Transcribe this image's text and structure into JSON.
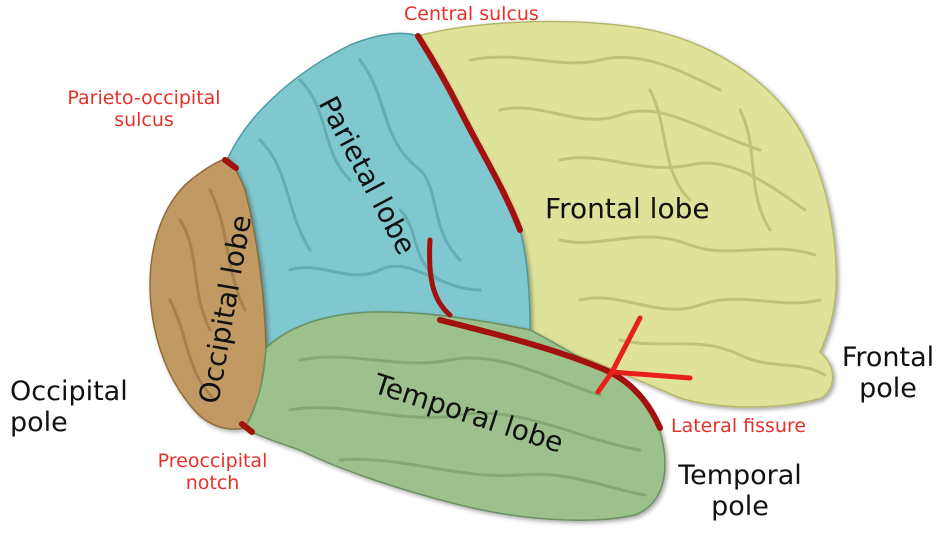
{
  "labels": {
    "lobes": {
      "frontal": "Frontal lobe",
      "parietal": "Parietal lobe",
      "occipital": "Occipital lobe",
      "temporal": "Temporal lobe"
    },
    "sulci": {
      "central": "Central sulcus",
      "parieto_occipital_1": "Parieto-occipital",
      "parieto_occipital_2": "sulcus",
      "preoccipital_1": "Preoccipital",
      "preoccipital_2": "notch",
      "lateral": "Lateral fissure"
    },
    "poles": {
      "frontal_1": "Frontal",
      "frontal_2": "pole",
      "occipital_1": "Occipital",
      "occipital_2": "pole",
      "temporal_1": "Temporal",
      "temporal_2": "pole"
    }
  },
  "colors": {
    "frontal": "#dfe39a",
    "parietal": "#7fc8cf",
    "occipital": "#c19a63",
    "temporal": "#9cc18d",
    "fissure": "#a31010",
    "fissure_bright": "#e8201a",
    "annotation_text": "#e8302a"
  }
}
